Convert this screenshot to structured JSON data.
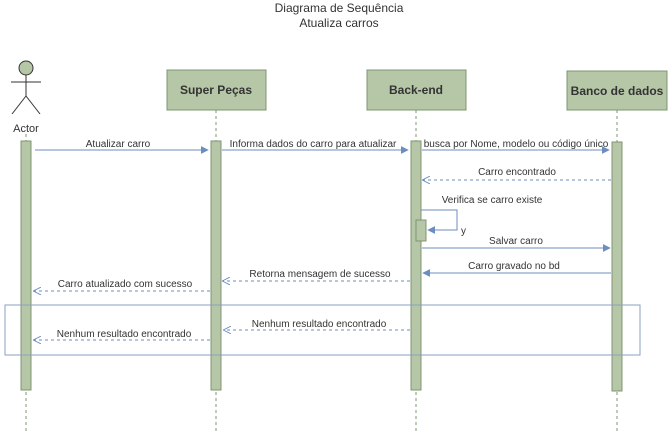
{
  "title": {
    "line1": "Diagrama de Sequência",
    "line2": "Atualiza carros"
  },
  "colors": {
    "fill": "#b5c7a7",
    "stroke": "#7f9473",
    "line": "#6c8ebf",
    "frame": "#8aa0c0",
    "text": "#333333"
  },
  "participants": {
    "actor": "Actor",
    "superpecas": "Super Peças",
    "backend": "Back-end",
    "banco": "Banco de dados"
  },
  "messages": {
    "m1": "Atualizar carro",
    "m2": "Informa dados do carro para atualizar",
    "m3": "busca por Nome, modelo ou código único",
    "m4": "Carro encontrado",
    "m5": "Verifica se carro existe",
    "m5b": "y",
    "m6": "Salvar carro",
    "m7": "Carro gravado no bd",
    "m8": "Retorna mensagem de sucesso",
    "m9": "Carro atualizado com sucesso",
    "m10": "Nenhum resultado encontrado",
    "m11": "Nenhum resultado encontrado"
  }
}
